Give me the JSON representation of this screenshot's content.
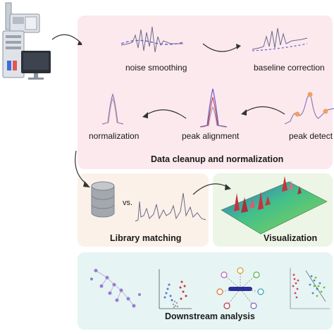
{
  "steps": {
    "noise_smoothing": "noise smoothing",
    "baseline_correction": "baseline correction",
    "normalization": "normalization",
    "peak_alignment": "peak alignment",
    "peak_detect": "peak detect"
  },
  "sections": {
    "cleanup": "Data cleanup and normalization",
    "library": "Library matching",
    "visualization": "Visualization",
    "downstream": "Downstream analysis"
  },
  "library_vs": "vs.",
  "colors": {
    "cleanup_bg": "#fbe9ee",
    "library_bg": "#fbf1e8",
    "visual_bg": "#edf5e6",
    "downstream_bg": "#e6f4f3",
    "accent_purple": "#6a5acd",
    "accent_red": "#c8323c",
    "accent_orange": "#f0a060"
  },
  "icons": {
    "instrument": "gc-ms-instrument-icon",
    "computer": "computer-monitor-icon",
    "database": "database-icon"
  }
}
